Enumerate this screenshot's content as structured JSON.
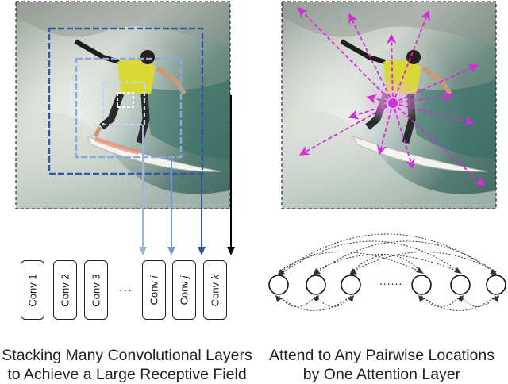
{
  "left_panel": {
    "layers": [
      {
        "prefix": "Conv ",
        "index": "1"
      },
      {
        "prefix": "Conv ",
        "index": "2"
      },
      {
        "prefix": "Conv ",
        "index": "3"
      },
      {
        "prefix": "Conv ",
        "index": "i"
      },
      {
        "prefix": "Conv ",
        "index": "j"
      },
      {
        "prefix": "Conv ",
        "index": "k"
      }
    ],
    "ellipsis": "...",
    "caption_line1": "Stacking Many Convolutional Layers",
    "caption_line2": "to Achieve a Large Receptive Field",
    "receptive_field_colors": [
      "#9cb6dc",
      "#6d91d2",
      "#2d54a0",
      "#000000"
    ]
  },
  "right_panel": {
    "ellipsis": "......",
    "caption_line1": "Attend to Any Pairwise Locations",
    "caption_line2": "by One Attention Layer",
    "attention_color": "#d12fd6"
  }
}
